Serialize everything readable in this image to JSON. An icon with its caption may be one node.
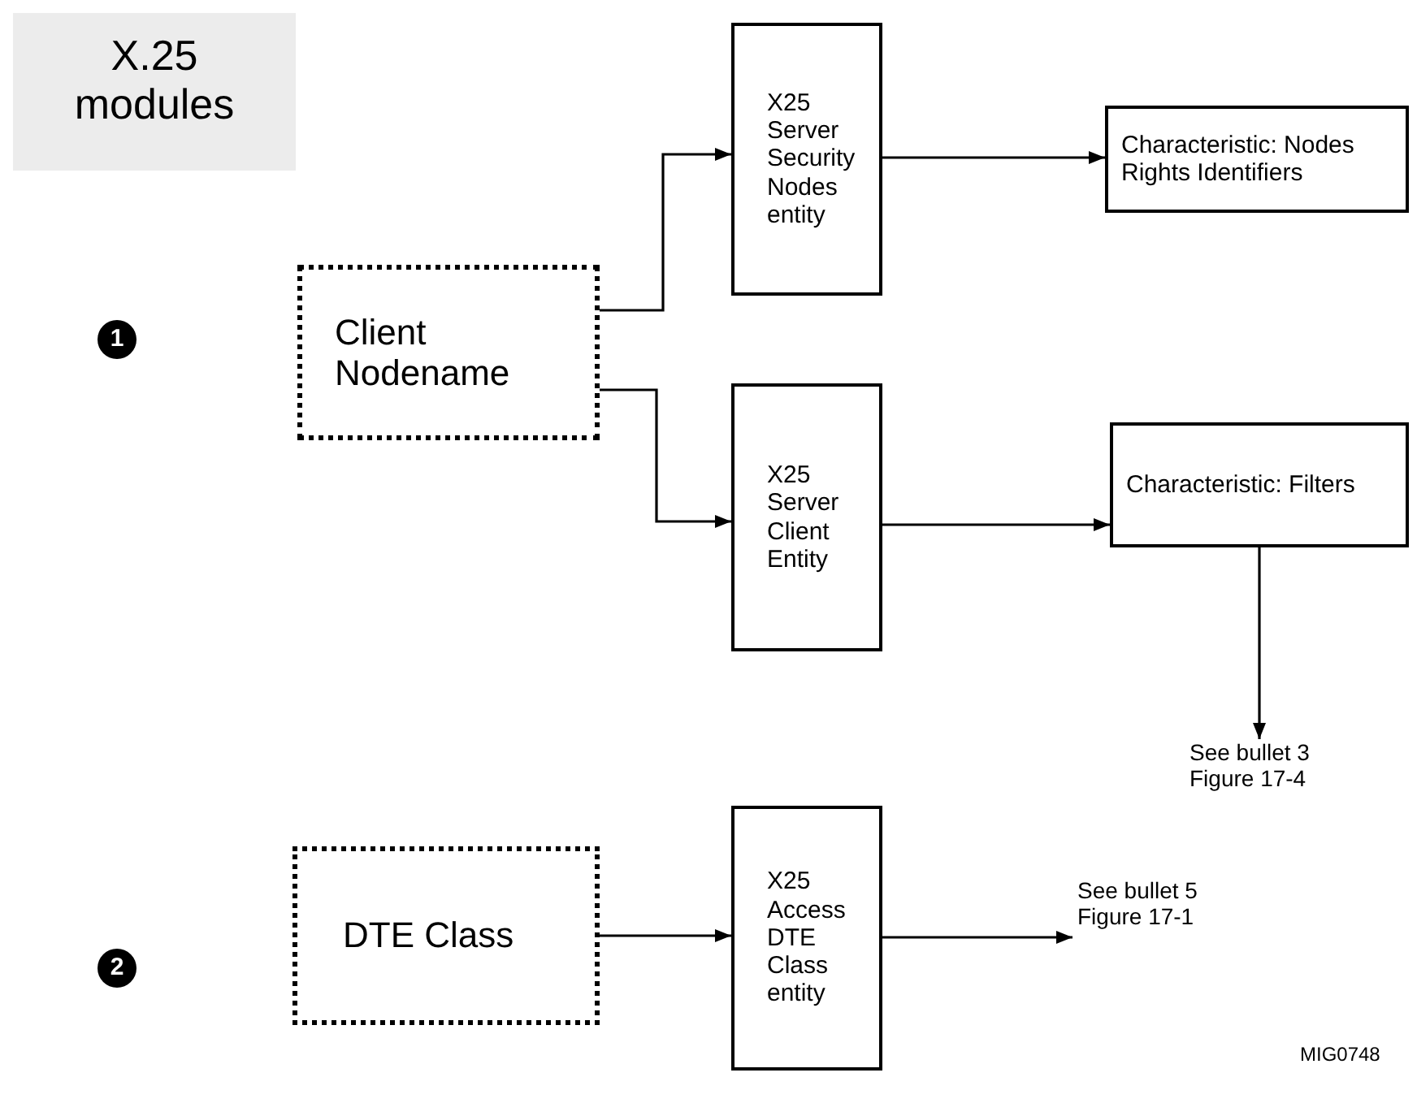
{
  "diagram": {
    "title": "X.25 modules",
    "nodes": [
      {
        "text": [
          "Client Nodename"
        ]
      },
      {
        "text": [
          "X25 Server Security Nodes entity"
        ]
      },
      {
        "text": [
          "Characteristic: Nodes Rights Identifiers"
        ]
      },
      {
        "text": [
          "X25 Server Client Entity"
        ]
      },
      {
        "text": [
          "Characteristic: Filters"
        ]
      },
      {
        "text": [
          "See bullet 3 Figure 17-4"
        ]
      },
      {
        "text": [
          "DTE Class"
        ]
      },
      {
        "text": [
          "X25 Access DTE Class entity"
        ]
      },
      {
        "text": [
          "See bullet 5 Figure 17-1"
        ]
      }
    ],
    "edges": [
      {
        "from": 0,
        "to": 1,
        "arrow": "to"
      },
      {
        "from": 1,
        "to": 2,
        "arrow": "to"
      },
      {
        "from": 0,
        "to": 3,
        "arrow": "to"
      },
      {
        "from": 3,
        "to": 4,
        "arrow": "to"
      },
      {
        "from": 4,
        "to": 5,
        "arrow": "to"
      },
      {
        "from": 6,
        "to": 7,
        "arrow": "to"
      },
      {
        "from": 7,
        "to": 8,
        "arrow": "to"
      }
    ],
    "labels": [
      "1",
      "2",
      "MIG0748"
    ]
  }
}
